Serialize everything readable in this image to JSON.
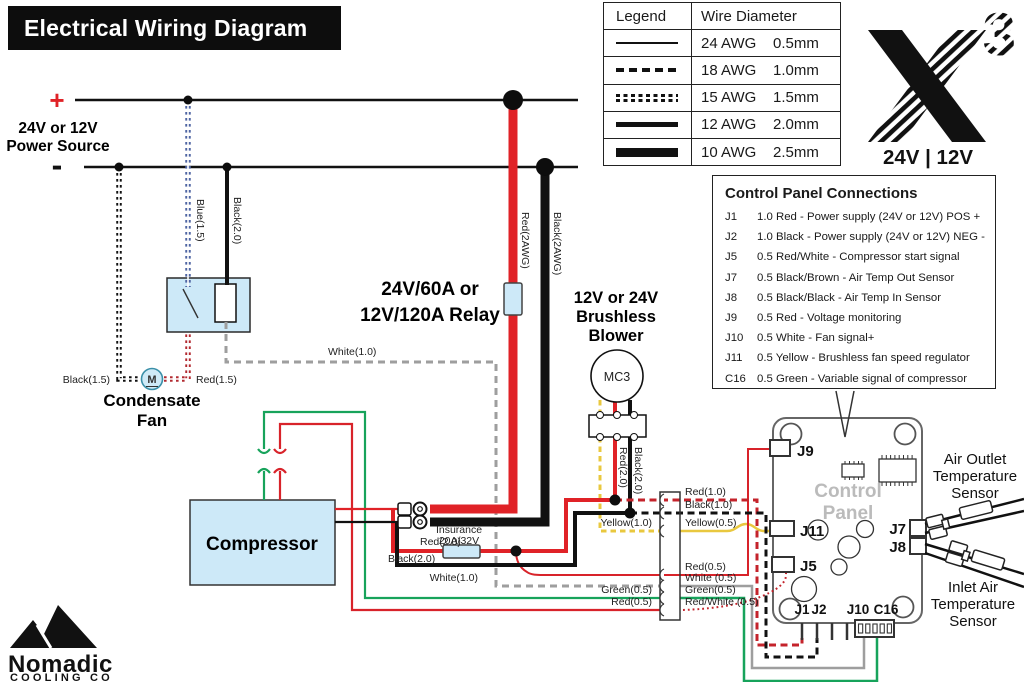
{
  "header": {
    "title": "Electrical Wiring Diagram"
  },
  "legend": {
    "col1": "Legend",
    "col2": "Wire Diameter",
    "rows": [
      {
        "awg": "24 AWG",
        "mm": "0.5mm"
      },
      {
        "awg": "18 AWG",
        "mm": "1.0mm"
      },
      {
        "awg": "15 AWG",
        "mm": "1.5mm"
      },
      {
        "awg": "12 AWG",
        "mm": "2.0mm"
      },
      {
        "awg": "10 AWG",
        "mm": "2.5mm"
      }
    ]
  },
  "logo": {
    "exponent": "3",
    "voltage": "24V | 12V"
  },
  "connections": {
    "title": "Control Panel Connections",
    "rows": [
      {
        "id": "J1",
        "desc": "1.0 Red - Power supply (24V or 12V) POS +"
      },
      {
        "id": "J2",
        "desc": "1.0 Black - Power supply (24V or 12V) NEG -"
      },
      {
        "id": "J5",
        "desc": "0.5 Red/White - Compressor start signal"
      },
      {
        "id": "J7",
        "desc": "0.5 Black/Brown - Air Temp Out Sensor"
      },
      {
        "id": "J8",
        "desc": "0.5 Black/Black - Air Temp In Sensor"
      },
      {
        "id": "J9",
        "desc": "0.5 Red - Voltage monitoring"
      },
      {
        "id": "J10",
        "desc": "0.5 White - Fan signal+"
      },
      {
        "id": "J11",
        "desc": "0.5 Yellow - Brushless fan speed regulator"
      },
      {
        "id": "C16",
        "desc": "0.5 Green - Variable signal of compressor"
      }
    ]
  },
  "power": {
    "plus": "+",
    "minus": "-",
    "line1": "24V or 12V",
    "line2": "Power Source"
  },
  "relay": {
    "line1": "24V/60A or",
    "line2": "12V/120A Relay"
  },
  "condensate": {
    "line1": "Condensate",
    "line2": "Fan",
    "motor": "M"
  },
  "compressor": {
    "label": "Compressor"
  },
  "blower": {
    "line1": "12V or 24V",
    "line2": "Brushless",
    "line3": "Blower",
    "motor": "MC3"
  },
  "board": {
    "title1": "Control",
    "title2": "Panel",
    "j9": "J9",
    "j11": "J11",
    "j5": "J5",
    "j7": "J7",
    "j8": "J8",
    "j1": "J1",
    "j2": "J2",
    "j10": "J10",
    "c16": "C16"
  },
  "sensors": {
    "outlet": [
      "Air Outlet",
      "Temperature",
      "Sensor"
    ],
    "inlet": [
      "Inlet Air",
      "Temperature",
      "Sensor"
    ]
  },
  "wire_labels": {
    "blue15": "Blue(1.5)",
    "black20_relay": "Black(2.0)",
    "red2awg": "Red(2AWG)",
    "black2awg": "Black(2AWG)",
    "black15": "Black(1.5)",
    "red15": "Red(1.5)",
    "white10_relay": "White(1.0)",
    "red20": "Red(2.0)",
    "black20": "Black(2.0)",
    "fuse1": "Insurance",
    "fuse2": "20A/32V",
    "red20_blower": "Red(2.0)",
    "black20_blower": "Black(2.0)",
    "yellow10": "Yellow(1.0)",
    "white10": "White(1.0)",
    "green05": "Green(0.5)",
    "red05": "Red(0.5)",
    "strip": [
      "Red(1.0)",
      "Black(1.0)",
      "Yellow(0.5)",
      "Red(0.5)",
      "White (0.5)",
      "Green(0.5)",
      "Red/White (0.5)"
    ]
  },
  "footer": {
    "name": "Nomadic",
    "sub": "COOLING CO"
  },
  "colors": {
    "red": "#e02227",
    "dark_red": "#c0252c",
    "green": "#17a35b",
    "yellow": "#e9c83f",
    "blue": "#5066a3",
    "gray_wire": "#9e9e9e",
    "component_fill": "#cde9f8",
    "black": "#111111",
    "board_text": "#bbbbbb"
  }
}
